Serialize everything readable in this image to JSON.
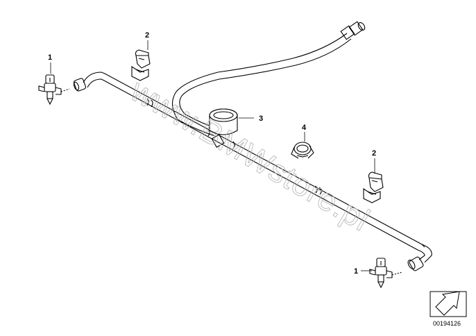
{
  "diagram": {
    "watermark": "www.BMWstore.pl",
    "reference_number": "00194126",
    "callouts": [
      {
        "id": "callout-1-left",
        "label": "1",
        "part": "nozzle"
      },
      {
        "id": "callout-2-left",
        "label": "2",
        "part": "hose-holder"
      },
      {
        "id": "callout-3",
        "label": "3",
        "part": "valve"
      },
      {
        "id": "callout-4",
        "label": "4",
        "part": "hose-clamp"
      },
      {
        "id": "callout-2-right",
        "label": "2",
        "part": "hose-holder"
      },
      {
        "id": "callout-1-right",
        "label": "1",
        "part": "nozzle"
      }
    ],
    "icons": [
      "arrow-stamp-icon"
    ]
  }
}
